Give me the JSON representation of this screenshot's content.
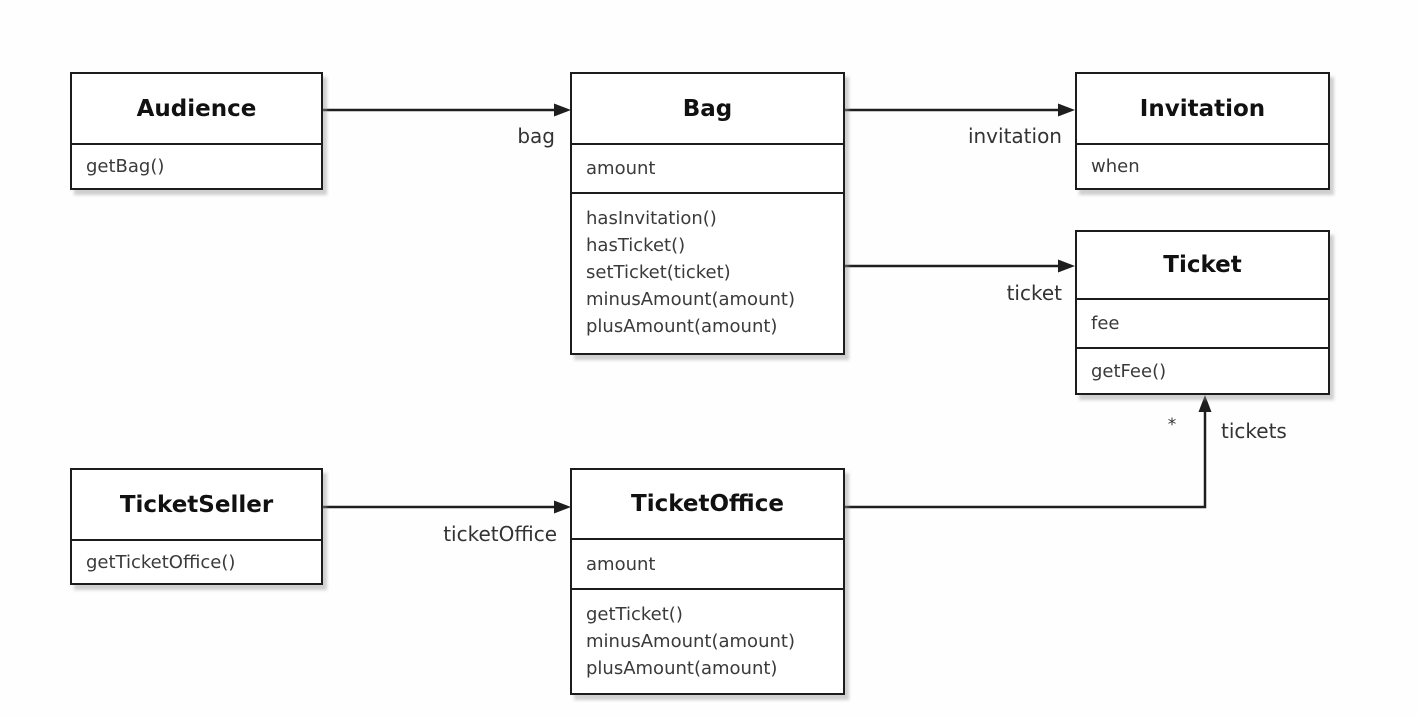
{
  "diagram": {
    "type": "uml-class-diagram",
    "colors": {
      "line": "#1e1e1e",
      "border": "#1c1c1c",
      "title_text": "#111111",
      "member_text": "#3a3a3a",
      "background": "#fefefe"
    },
    "classes": [
      {
        "id": "audience",
        "name": "Audience",
        "attributes": [],
        "methods": [
          "getBag()"
        ]
      },
      {
        "id": "bag",
        "name": "Bag",
        "attributes": [
          "amount"
        ],
        "methods": [
          "hasInvitation()",
          "hasTicket()",
          "setTicket(ticket)",
          "minusAmount(amount)",
          "plusAmount(amount)"
        ]
      },
      {
        "id": "invitation",
        "name": "Invitation",
        "attributes": [
          "when"
        ],
        "methods": []
      },
      {
        "id": "ticket",
        "name": "Ticket",
        "attributes": [
          "fee"
        ],
        "methods": [
          "getFee()"
        ]
      },
      {
        "id": "ticketSeller",
        "name": "TicketSeller",
        "attributes": [],
        "methods": [
          "getTicketOffice()"
        ]
      },
      {
        "id": "ticketOffice",
        "name": "TicketOffice",
        "attributes": [
          "amount"
        ],
        "methods": [
          "getTicket()",
          "minusAmount(amount)",
          "plusAmount(amount)"
        ]
      }
    ],
    "associations": [
      {
        "from": "Audience",
        "to": "Bag",
        "label": "bag"
      },
      {
        "from": "Bag",
        "to": "Invitation",
        "label": "invitation"
      },
      {
        "from": "Bag",
        "to": "Ticket",
        "label": "ticket"
      },
      {
        "from": "TicketSeller",
        "to": "TicketOffice",
        "label": "ticketOffice"
      },
      {
        "from": "TicketOffice",
        "to": "Ticket",
        "label": "tickets",
        "multiplicity": "*"
      }
    ]
  }
}
